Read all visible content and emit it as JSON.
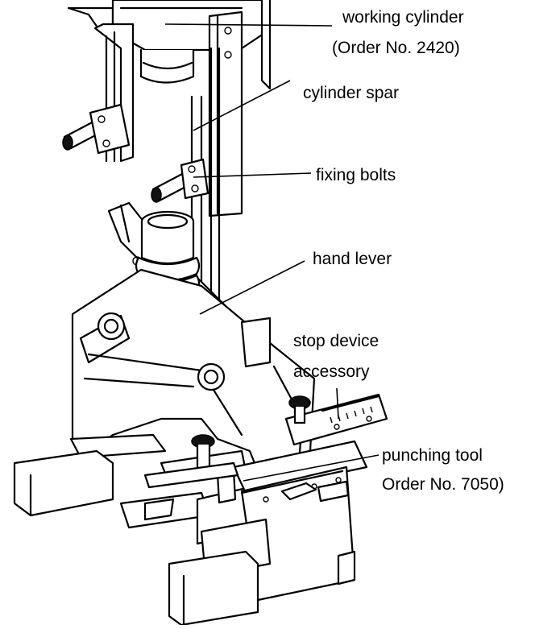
{
  "labels": {
    "working_cylinder_line1": "working cylinder",
    "working_cylinder_line2": "(Order No. 2420)",
    "cylinder_spar": "cylinder spar",
    "fixing_bolts": "fixing bolts",
    "hand_lever": "hand lever",
    "stop_device_line1": "stop device",
    "stop_device_line2": "accessory",
    "punching_tool_line1": "punching tool",
    "punching_tool_line2": "Order No. 7050)"
  }
}
